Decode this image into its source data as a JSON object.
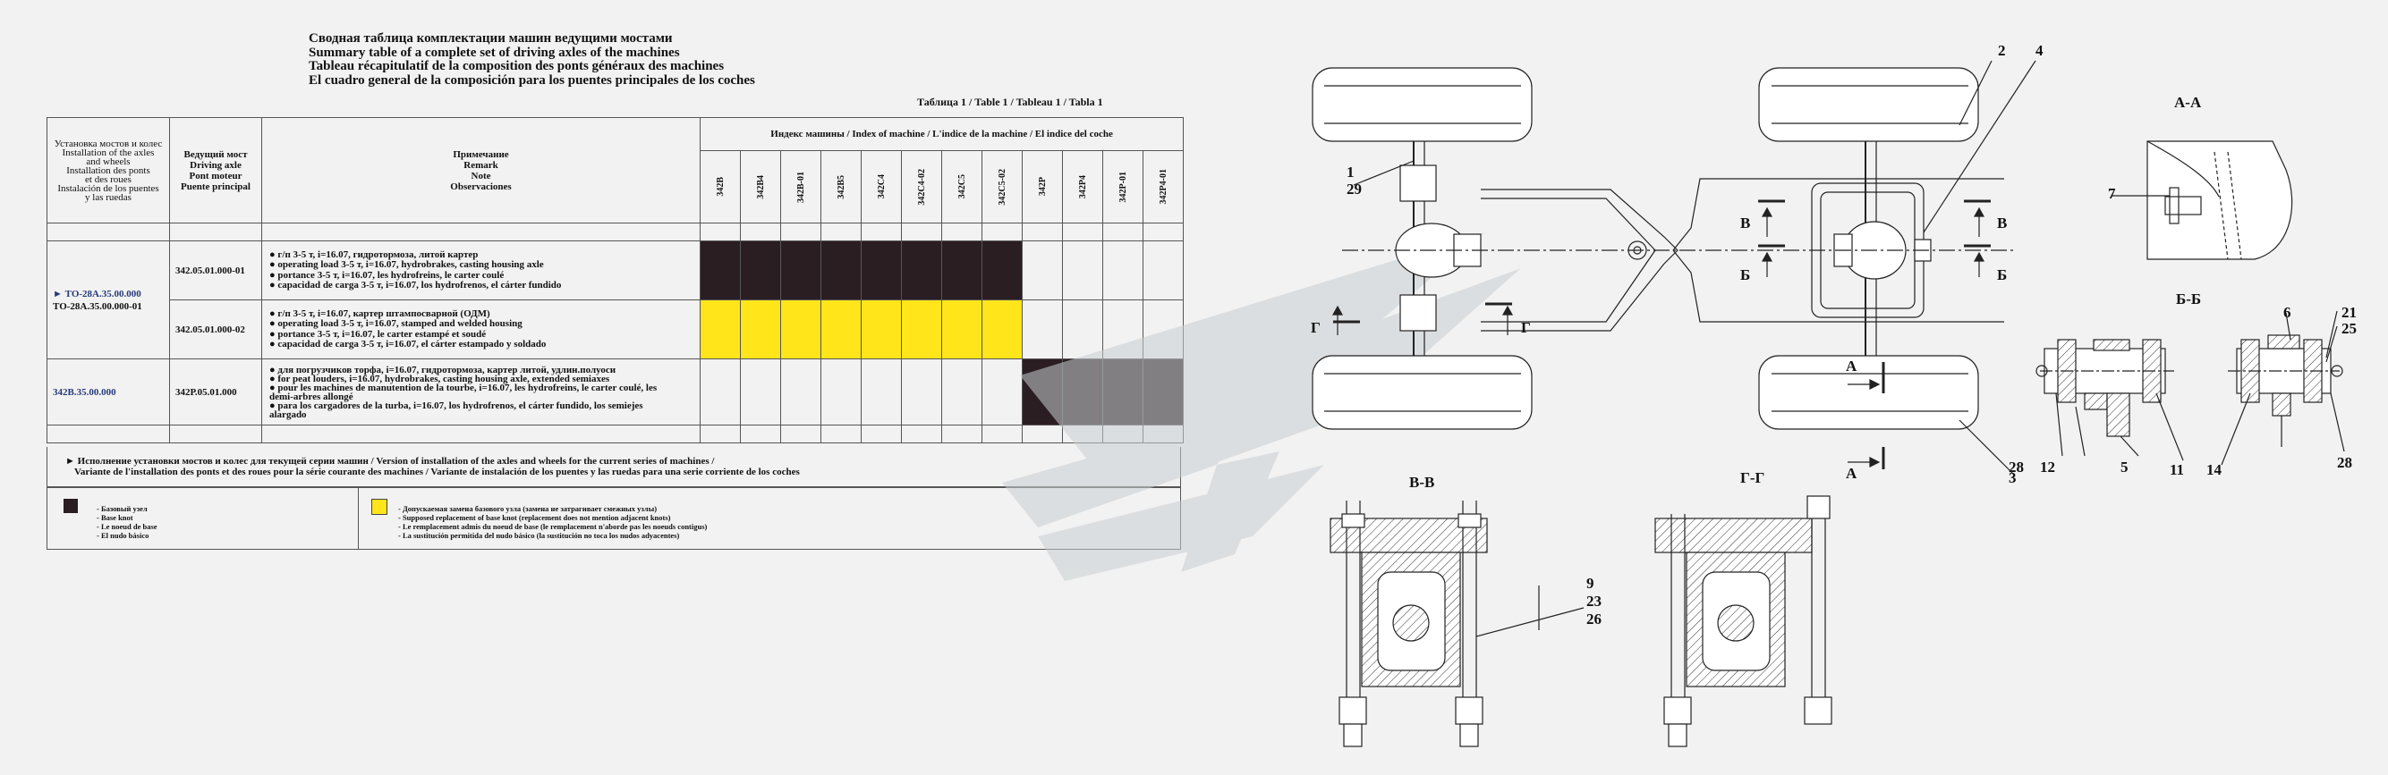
{
  "titles": [
    "Сводная таблица комплектации машин ведущими мостами",
    "Summary table of a complete set of driving axles  of the machines",
    "Tableau récapitulatif de la composition  des ponts généraux des machines",
    "El cuadro general de la composición para los puentes principales de los coches"
  ],
  "table_number": "Таблица 1 / Table 1 / Tableau 1 / Tabla 1",
  "headers": {
    "col1": [
      "Установка мостов и колес",
      "Installation of the axles",
      "and wheels",
      "Installation des ponts",
      "et des roues",
      "Instalación de los puentes",
      "y las ruedas"
    ],
    "col2": [
      "Ведущий мост",
      "Driving axle",
      "Pont moteur",
      "Puente principal"
    ],
    "col3": [
      "Примечание",
      "Remark",
      "Note",
      "Observaciones"
    ],
    "index_title": "Индекс машины / Index of machine / L'indice de la machine / El indice del coche",
    "index_cols": [
      "342B",
      "342B4",
      "342B-01",
      "342B5",
      "342C4",
      "342C4-02",
      "342C5",
      "342C5-02",
      "342P",
      "342P4",
      "342P-01",
      "342P4-01"
    ]
  },
  "rows": [
    {
      "install": [
        "► ТО-28А.35.00.000",
        "ТО-28А.35.00.000-01"
      ],
      "axle": "342.05.01.000-01",
      "notes": [
        "● г/п 3-5 т, i=16.07, гидротормоза, литой картер",
        "● operating load 3-5 т, i=16.07, hydrobrakes, casting housing axle",
        "● portance 3-5 т, i=16.07, les hydrofreins, le carter coulé",
        "● capacidad de carga 3-5 т, i=16.07, los hydrofrenos, el cárter fundido"
      ],
      "fill": "base"
    },
    {
      "axle": "342.05.01.000-02",
      "notes": [
        "● г/п 3-5 т, i=16.07, картер штампосварной (ОДМ)",
        "● operating load 3-5 т, i=16.07, stamped and welded housing",
        "● portance 3-5 т, i=16.07,  le carter estampé et soudé",
        "● capacidad de carga 3-5 т, i=16.07, el cárter estampado y soldado"
      ],
      "fill": "substitute"
    },
    {
      "install": [
        "342В.35.00.000"
      ],
      "axle": "342Р.05.01.000",
      "notes": [
        "● для погрузчиков торфа,  i=16.07, гидротормоза, картер литой, удлин.полуоси",
        "● for peat louders,  i=16.07, hydrobrakes, casting housing axle, extended semiaxes",
        "● pour les machines de manutention de la tourbe,  i=16.07, les hydrofreins, le carter coulé, les",
        "demi-arbres allongé",
        "● para los cargadores de la turba,  i=16.07, los hydrofrenos, el cárter fundido, los semiejes",
        "alargado"
      ],
      "fill": "base"
    }
  ],
  "footnote": [
    "► Исполнение установки мостов и колес для текущей серии машин / Version of installation of the axles and wheels for the current series of machines /",
    "Variante de l'installation des ponts et des roues pour la série courante des machines / Variante de  instalación de los puentes y las ruedas para una serie corriente de los coches"
  ],
  "legend": {
    "base": [
      "- Базовый узел",
      "- Base knot",
      "- Le noeud de base",
      "- El nudo básico"
    ],
    "substitute": [
      "- Допускаемая замена базового узла (замена не затрагивает смежных узлы)",
      "- Supposed replacement of base knot (replacement does not mention adjacent knots)",
      "- Le remplacement admis du noeud de base (le remplacement n'aborde pas les noeuds contigus)",
      "- La sustitución permitida del nudo básico (la sustitución no toca los nudos adyacentes)"
    ]
  },
  "colors": {
    "base": "#2b1e22",
    "substitute": "#ffe51a",
    "accent": "#253a7a"
  },
  "drawing_labels": {
    "n1": "1",
    "n29": "29",
    "n2": "2",
    "n4": "4",
    "n3": "3",
    "n7": "7",
    "n6": "6",
    "n21": "21",
    "n25": "25",
    "n28a": "28",
    "n12": "12",
    "n5": "5",
    "n11": "11",
    "n14": "14",
    "n28b": "28",
    "n9": "9",
    "n23": "23",
    "n26": "26",
    "AA": "А-А",
    "BB": "Б-Б",
    "VV": "В-В",
    "GG": "Г-Г",
    "A": "А",
    "B": "Б",
    "V": "В",
    "G": "Г"
  }
}
